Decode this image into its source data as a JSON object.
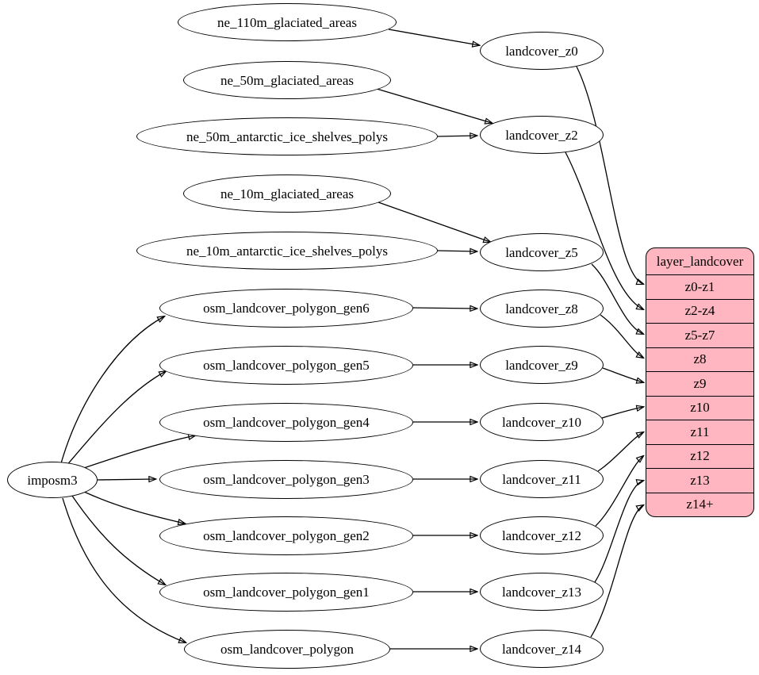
{
  "diagram": {
    "type": "graphviz-dependency-graph",
    "background": "#ffffff",
    "edge_color": "#000000",
    "node_fill": "#ffffff",
    "node_stroke": "#000000"
  },
  "labels": {
    "imposm3": "imposm3",
    "ne_110m_glaciated_areas": "ne_110m_glaciated_areas",
    "ne_50m_glaciated_areas": "ne_50m_glaciated_areas",
    "ne_50m_antarctic_ice_shelves_polys": "ne_50m_antarctic_ice_shelves_polys",
    "ne_10m_glaciated_areas": "ne_10m_glaciated_areas",
    "ne_10m_antarctic_ice_shelves_polys": "ne_10m_antarctic_ice_shelves_polys",
    "osm_landcover_polygon_gen6": "osm_landcover_polygon_gen6",
    "osm_landcover_polygon_gen5": "osm_landcover_polygon_gen5",
    "osm_landcover_polygon_gen4": "osm_landcover_polygon_gen4",
    "osm_landcover_polygon_gen3": "osm_landcover_polygon_gen3",
    "osm_landcover_polygon_gen2": "osm_landcover_polygon_gen2",
    "osm_landcover_polygon_gen1": "osm_landcover_polygon_gen1",
    "osm_landcover_polygon": "osm_landcover_polygon",
    "landcover_z0": "landcover_z0",
    "landcover_z2": "landcover_z2",
    "landcover_z5": "landcover_z5",
    "landcover_z8": "landcover_z8",
    "landcover_z9": "landcover_z9",
    "landcover_z10": "landcover_z10",
    "landcover_z11": "landcover_z11",
    "landcover_z12": "landcover_z12",
    "landcover_z13": "landcover_z13",
    "landcover_z14": "landcover_z14"
  },
  "record": {
    "title": "layer_landcover",
    "fill": "#ffb6c1",
    "rows": [
      "z0-z1",
      "z2-z4",
      "z5-z7",
      "z8",
      "z9",
      "z10",
      "z11",
      "z12",
      "z13",
      "z14+"
    ]
  },
  "edges": [
    {
      "from": "ne_110m_glaciated_areas",
      "to": "landcover_z0"
    },
    {
      "from": "ne_50m_glaciated_areas",
      "to": "landcover_z2"
    },
    {
      "from": "ne_50m_antarctic_ice_shelves_polys",
      "to": "landcover_z2"
    },
    {
      "from": "ne_10m_glaciated_areas",
      "to": "landcover_z5"
    },
    {
      "from": "ne_10m_antarctic_ice_shelves_polys",
      "to": "landcover_z5"
    },
    {
      "from": "imposm3",
      "to": "osm_landcover_polygon_gen6"
    },
    {
      "from": "imposm3",
      "to": "osm_landcover_polygon_gen5"
    },
    {
      "from": "imposm3",
      "to": "osm_landcover_polygon_gen4"
    },
    {
      "from": "imposm3",
      "to": "osm_landcover_polygon_gen3"
    },
    {
      "from": "imposm3",
      "to": "osm_landcover_polygon_gen2"
    },
    {
      "from": "imposm3",
      "to": "osm_landcover_polygon_gen1"
    },
    {
      "from": "imposm3",
      "to": "osm_landcover_polygon"
    },
    {
      "from": "osm_landcover_polygon_gen6",
      "to": "landcover_z8"
    },
    {
      "from": "osm_landcover_polygon_gen5",
      "to": "landcover_z9"
    },
    {
      "from": "osm_landcover_polygon_gen4",
      "to": "landcover_z10"
    },
    {
      "from": "osm_landcover_polygon_gen3",
      "to": "landcover_z11"
    },
    {
      "from": "osm_landcover_polygon_gen2",
      "to": "landcover_z12"
    },
    {
      "from": "osm_landcover_polygon_gen1",
      "to": "landcover_z13"
    },
    {
      "from": "osm_landcover_polygon",
      "to": "landcover_z14"
    },
    {
      "from": "landcover_z0",
      "to": "layer_landcover.z0-z1"
    },
    {
      "from": "landcover_z2",
      "to": "layer_landcover.z2-z4"
    },
    {
      "from": "landcover_z5",
      "to": "layer_landcover.z5-z7"
    },
    {
      "from": "landcover_z8",
      "to": "layer_landcover.z8"
    },
    {
      "from": "landcover_z9",
      "to": "layer_landcover.z9"
    },
    {
      "from": "landcover_z10",
      "to": "layer_landcover.z10"
    },
    {
      "from": "landcover_z11",
      "to": "layer_landcover.z11"
    },
    {
      "from": "landcover_z12",
      "to": "layer_landcover.z12"
    },
    {
      "from": "landcover_z13",
      "to": "layer_landcover.z13"
    },
    {
      "from": "landcover_z14",
      "to": "layer_landcover.z14+"
    }
  ]
}
